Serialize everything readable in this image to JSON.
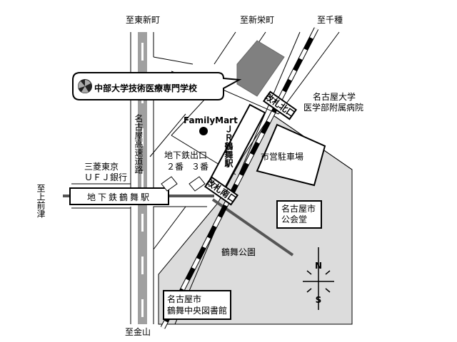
{
  "title": "中部大学技術医療専門学校",
  "colors": {
    "park": "#dcdcdc",
    "school_block": "#808080",
    "expressway": "#a0a0a0",
    "subway_line": "#555555",
    "road": "#f4f4f4"
  },
  "directions": {
    "north_top_left": "至東新町",
    "north_top_mid": "至新栄町",
    "north_top_right": "至千種",
    "west": "至上前津",
    "south": "至金山"
  },
  "labels": {
    "expressway": "名古屋高速道路",
    "familymart": "FamilyMart",
    "subway_exit_title": "地下鉄出口",
    "subway_exit_2": "２番",
    "subway_exit_3": "３番",
    "bank_line1": "三菱東京",
    "bank_line2": "ＵＦＪ銀行",
    "subway_station": "地下鉄鶴舞駅",
    "jr_station": "ＪＲ鶴舞駅",
    "gate_north": "改札北口",
    "gate_south": "改札南口",
    "hospital_line1": "名古屋大学",
    "hospital_line2": "医学部附属病院",
    "parking": "市営駐車場",
    "hall_line1": "名古屋市",
    "hall_line2": "公会堂",
    "park": "鶴舞公園",
    "library_line1": "名古屋市",
    "library_line2": "鶴舞中央図書館"
  },
  "compass": {
    "north": "N",
    "south": "S"
  },
  "logo_icon": "school-logo-icon"
}
